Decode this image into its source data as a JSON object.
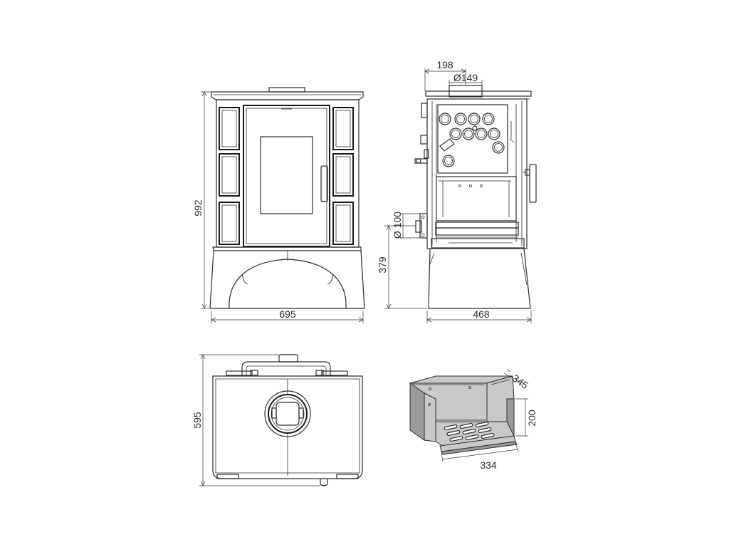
{
  "dimensions": {
    "front_width": "695",
    "front_height": "992",
    "side_depth": "468",
    "side_outlet_offset": "198",
    "side_outlet_diameter": "Ø149",
    "side_inlet_diameter": "Ø 100",
    "side_inlet_height": "379",
    "top_depth": "595",
    "firebox_depth": "345",
    "firebox_height": "200",
    "firebox_width": "334"
  },
  "colors": {
    "line": "#2b2b2b",
    "panel_fill": "#c9c9c9",
    "dark_fill": "#9a9a9a"
  }
}
